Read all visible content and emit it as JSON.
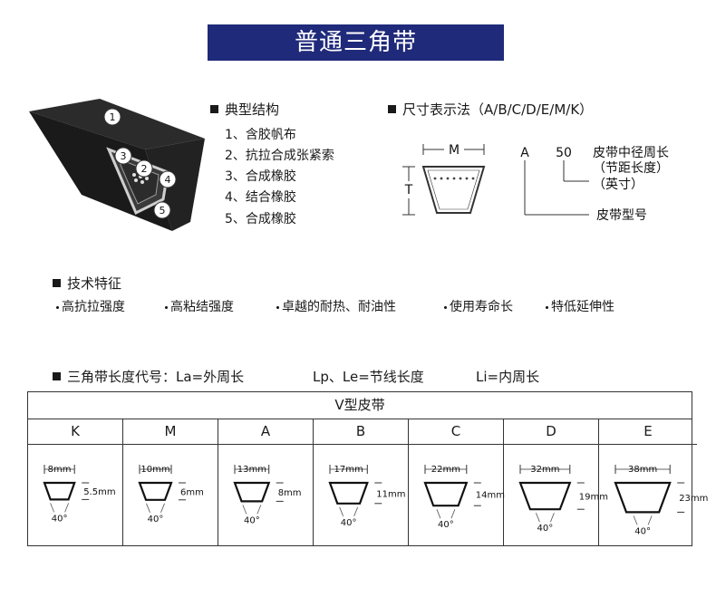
{
  "banner": {
    "title": "普通三角带"
  },
  "structure": {
    "heading": "典型结构",
    "items": [
      "1、含胶帆布",
      "2、抗拉合成张紧索",
      "3、合成橡胶",
      "4、结合橡胶",
      "5、合成橡胶"
    ],
    "callouts": [
      "1",
      "2",
      "3",
      "4",
      "5"
    ]
  },
  "size_notation": {
    "heading": "尺寸表示法（A/B/C/D/E/M/K）",
    "width_letter": "M",
    "height_letter": "T",
    "type_letter": "A",
    "length_number": "50",
    "length_desc": "皮带中径周长",
    "length_note1": "（节距长度）",
    "length_note2": "（英寸）",
    "type_desc": "皮带型号"
  },
  "features": {
    "heading": "技术特征",
    "items": [
      "高抗拉强度",
      "高粘结强度",
      "卓越的耐热、耐油性",
      "使用寿命长",
      "特低延伸性"
    ]
  },
  "length_code": {
    "heading": "三角带长度代号：La=外周长",
    "lp": "Lp、Le=节线长度",
    "li": "Li=内周长"
  },
  "vbelt_table": {
    "title": "V型皮带",
    "columns": [
      {
        "type": "K",
        "width": "8mm",
        "height": "5.5mm",
        "angle": "40°"
      },
      {
        "type": "M",
        "width": "10mm",
        "height": "6mm",
        "angle": "40°"
      },
      {
        "type": "A",
        "width": "13mm",
        "height": "8mm",
        "angle": "40°"
      },
      {
        "type": "B",
        "width": "17mm",
        "height": "11mm",
        "angle": "40°"
      },
      {
        "type": "C",
        "width": "22mm",
        "height": "14mm",
        "angle": "40°"
      },
      {
        "type": "D",
        "width": "32mm",
        "height": "19mm",
        "angle": "40°"
      },
      {
        "type": "E",
        "width": "38mm",
        "height": "23mm",
        "angle": "40°"
      }
    ]
  }
}
